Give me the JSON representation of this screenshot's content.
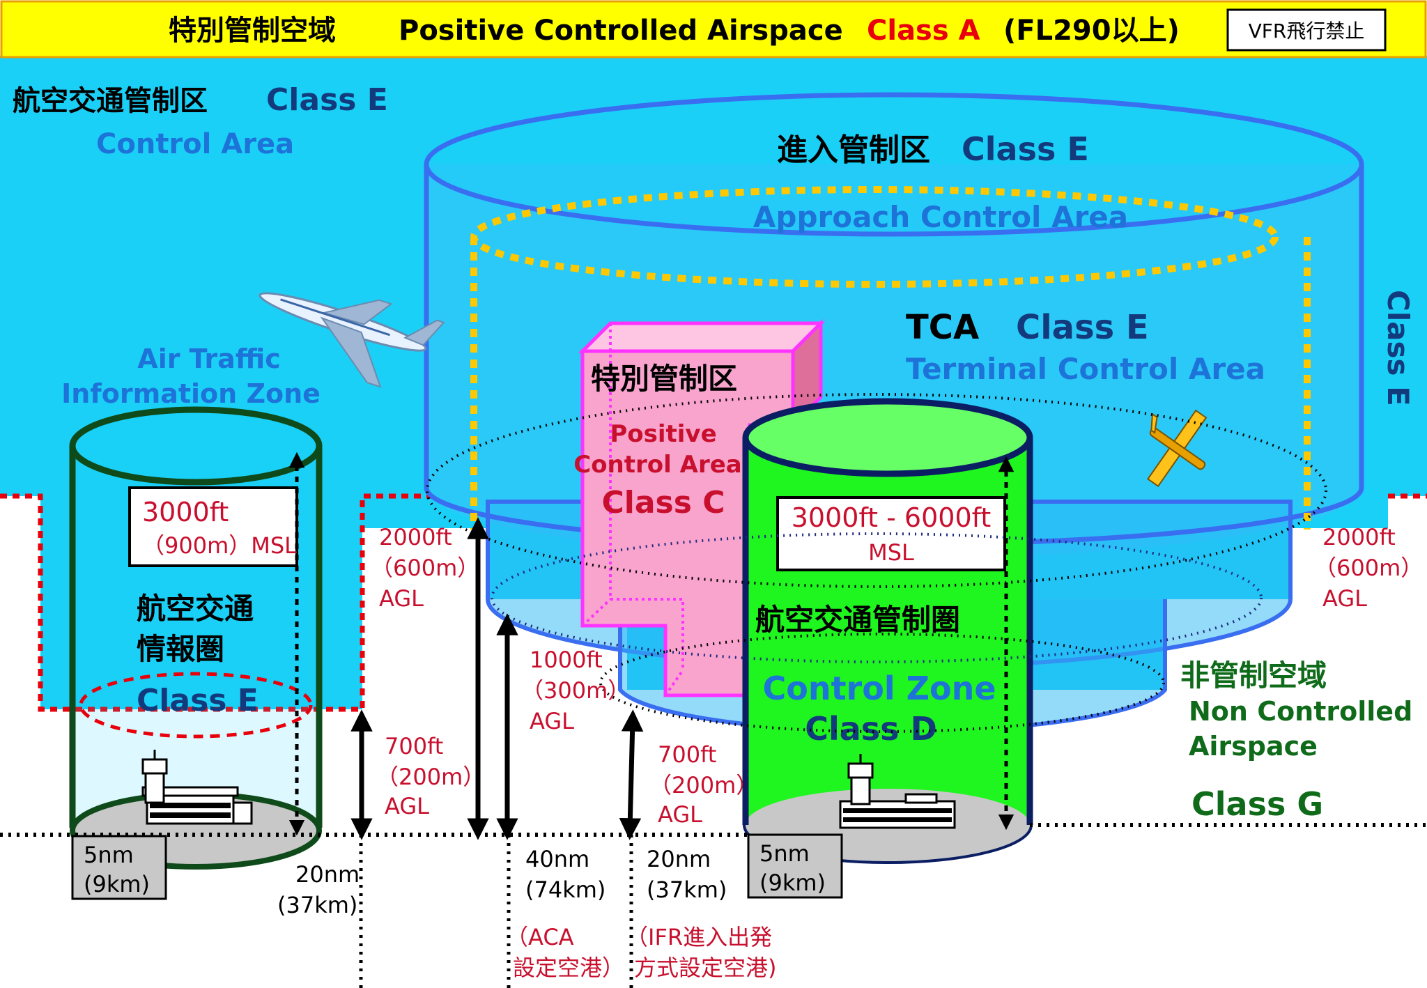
{
  "banner": {
    "title_jp": "特別管制空域",
    "title_en": "Positive Controlled Airspace",
    "class_label": "Class A",
    "condition": "(FL290以上)",
    "vfr_badge": "VFR飛行禁止"
  },
  "control_area": {
    "jp": "航空交通管制区",
    "class_label": "Class E",
    "en": "Control Area"
  },
  "approach_area": {
    "jp": "進入管制区",
    "class_label": "Class E",
    "en": "Approach Control Area"
  },
  "side_class": "Class E",
  "tca": {
    "abbr": "TCA",
    "class_label": "Class E",
    "en": "Terminal Control Area"
  },
  "positive_area": {
    "jp": "特別管制区",
    "en_line1": "Positive",
    "en_line2": "Control Area",
    "class_label": "Class C"
  },
  "info_zone": {
    "en_line1": "Air Traffic",
    "en_line2": "Information  Zone",
    "jp_line1": "航空交通",
    "jp_line2": "情報圏",
    "class_label": "Class E",
    "alt_line1": "3000ft",
    "alt_line2": "（900m）MSL",
    "radius_line1": "5nm",
    "radius_line2": "(9km)"
  },
  "control_zone": {
    "jp": "航空交通管制圏",
    "en": "Control Zone",
    "class_label": "Class D",
    "alt_line1": "3000ft - 6000ft",
    "alt_line2": "MSL",
    "radius_line1": "5nm",
    "radius_line2": "(9km)"
  },
  "non_controlled": {
    "jp": "非管制空域",
    "en_line1": "Non Controlled",
    "en_line2": "Airspace",
    "class_label": "Class G"
  },
  "heights": {
    "h700_left": {
      "l1": "700ft",
      "l2": "（200m）",
      "l3": "AGL"
    },
    "h2000_left": {
      "l1": "2000ft",
      "l2": "（600m）",
      "l3": "AGL"
    },
    "h1000": {
      "l1": "1000ft",
      "l2": "（300m）",
      "l3": "AGL"
    },
    "h700_right": {
      "l1": "700ft",
      "l2": "（200m）",
      "l3": "AGL"
    },
    "h2000_right": {
      "l1": "2000ft",
      "l2": "（600m）",
      "l3": "AGL"
    }
  },
  "distances": {
    "d20_left": {
      "l1": "20nm",
      "l2": "(37km)"
    },
    "d40": {
      "l1": "40nm",
      "l2": "(74km)"
    },
    "d20_right": {
      "l1": "20nm",
      "l2": "(37km)"
    }
  },
  "notes": {
    "aca_l1": "（ACA",
    "aca_l2": "設定空港）",
    "ifr_l1": "（IFR進入出発",
    "ifr_l2": "方式設定空港)"
  },
  "colors": {
    "sky": "#1ad0f7",
    "banner": "#ffff00",
    "navy": "#133a7c",
    "blue_text": "#1e73d8",
    "red": "#e8000b",
    "dark_red": "#c8102e",
    "green_fill": "#1ff51f",
    "dark_green": "#0f6b1a",
    "pink": "#f9a4cd",
    "magenta": "#ff33ff",
    "dashed_yellow": "#ffc800"
  }
}
